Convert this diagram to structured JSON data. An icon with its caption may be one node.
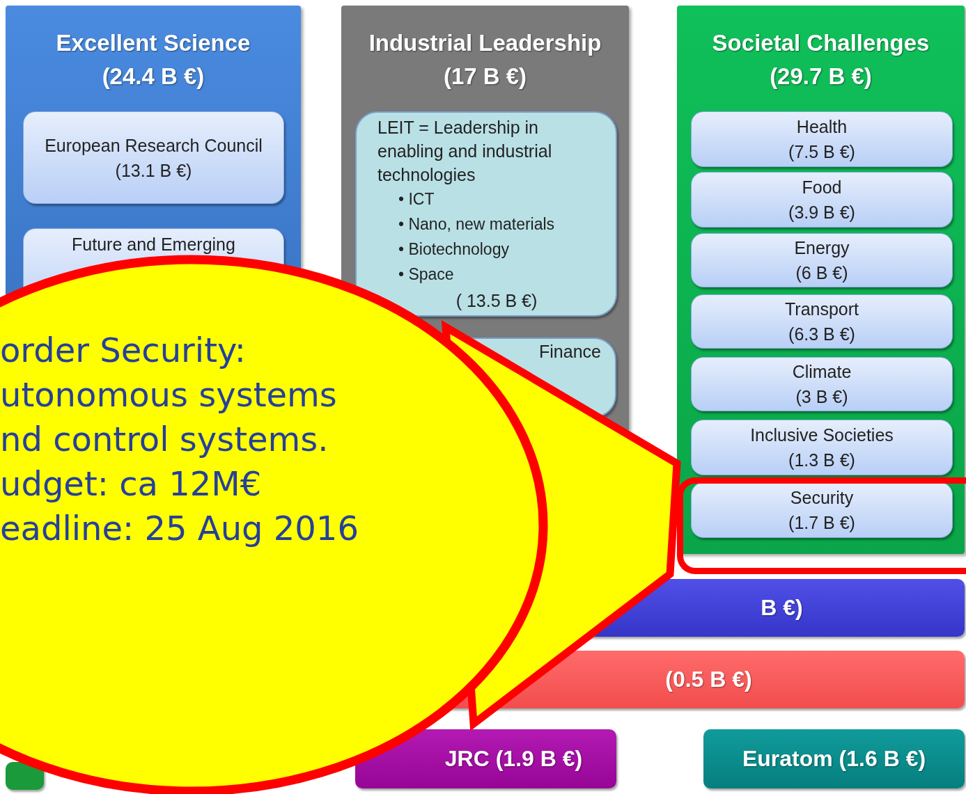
{
  "diagram": {
    "nodes": [
      {
        "text": [
          "Excellent Science",
          "(24.4 B €)"
        ]
      },
      {
        "text": [
          "European Research Council",
          "(13.1 B €)"
        ],
        "in": 0
      },
      {
        "text": [
          "Future and Emerging"
        ],
        "in": 0
      },
      {
        "text": [
          "Industrial Leadership",
          "(17 B €)"
        ]
      },
      {
        "text": [
          "LEIT = Leadership in enabling and industrial technologies",
          "• ICT",
          "• Nano, new materials",
          "• Biotechnology",
          "• Space",
          "( 13.5 B €)"
        ],
        "in": 3
      },
      {
        "text": [
          "Finance"
        ],
        "in": 3
      },
      {
        "text": [
          "Societal Challenges",
          "(29.7 B €)"
        ]
      },
      {
        "text": [
          "Health",
          "(7.5 B €)"
        ],
        "in": 6
      },
      {
        "text": [
          "Food",
          "(3.9 B €)"
        ],
        "in": 6
      },
      {
        "text": [
          "Energy",
          "(6 B €)"
        ],
        "in": 6
      },
      {
        "text": [
          "Transport",
          "(6.3 B €)"
        ],
        "in": 6
      },
      {
        "text": [
          "Climate",
          "(3 B €)"
        ],
        "in": 6
      },
      {
        "text": [
          "Inclusive Societies",
          "(1.3 B €)"
        ],
        "in": 6
      },
      {
        "text": [
          "Security",
          "(1.7 B €)"
        ]
      },
      {
        "text": [
          "B €)"
        ]
      },
      {
        "text": [
          "(0.5 B €)"
        ]
      },
      {
        "text": [
          "JRC (1.9 B €)"
        ]
      },
      {
        "text": [
          "Euratom (1.6 B €)"
        ]
      },
      {
        "text": [],
        "shape": "bar"
      },
      {
        "text": [],
        "shape": "box"
      },
      {
        "text": [
          "order Security:",
          "utonomous systems",
          "nd control systems.",
          "udget: ca 12M€",
          "eadline: 25 Aug 2016"
        ]
      }
    ],
    "edges": [
      {
        "from": 20,
        "to": 19,
        "arrow": "none"
      }
    ]
  }
}
